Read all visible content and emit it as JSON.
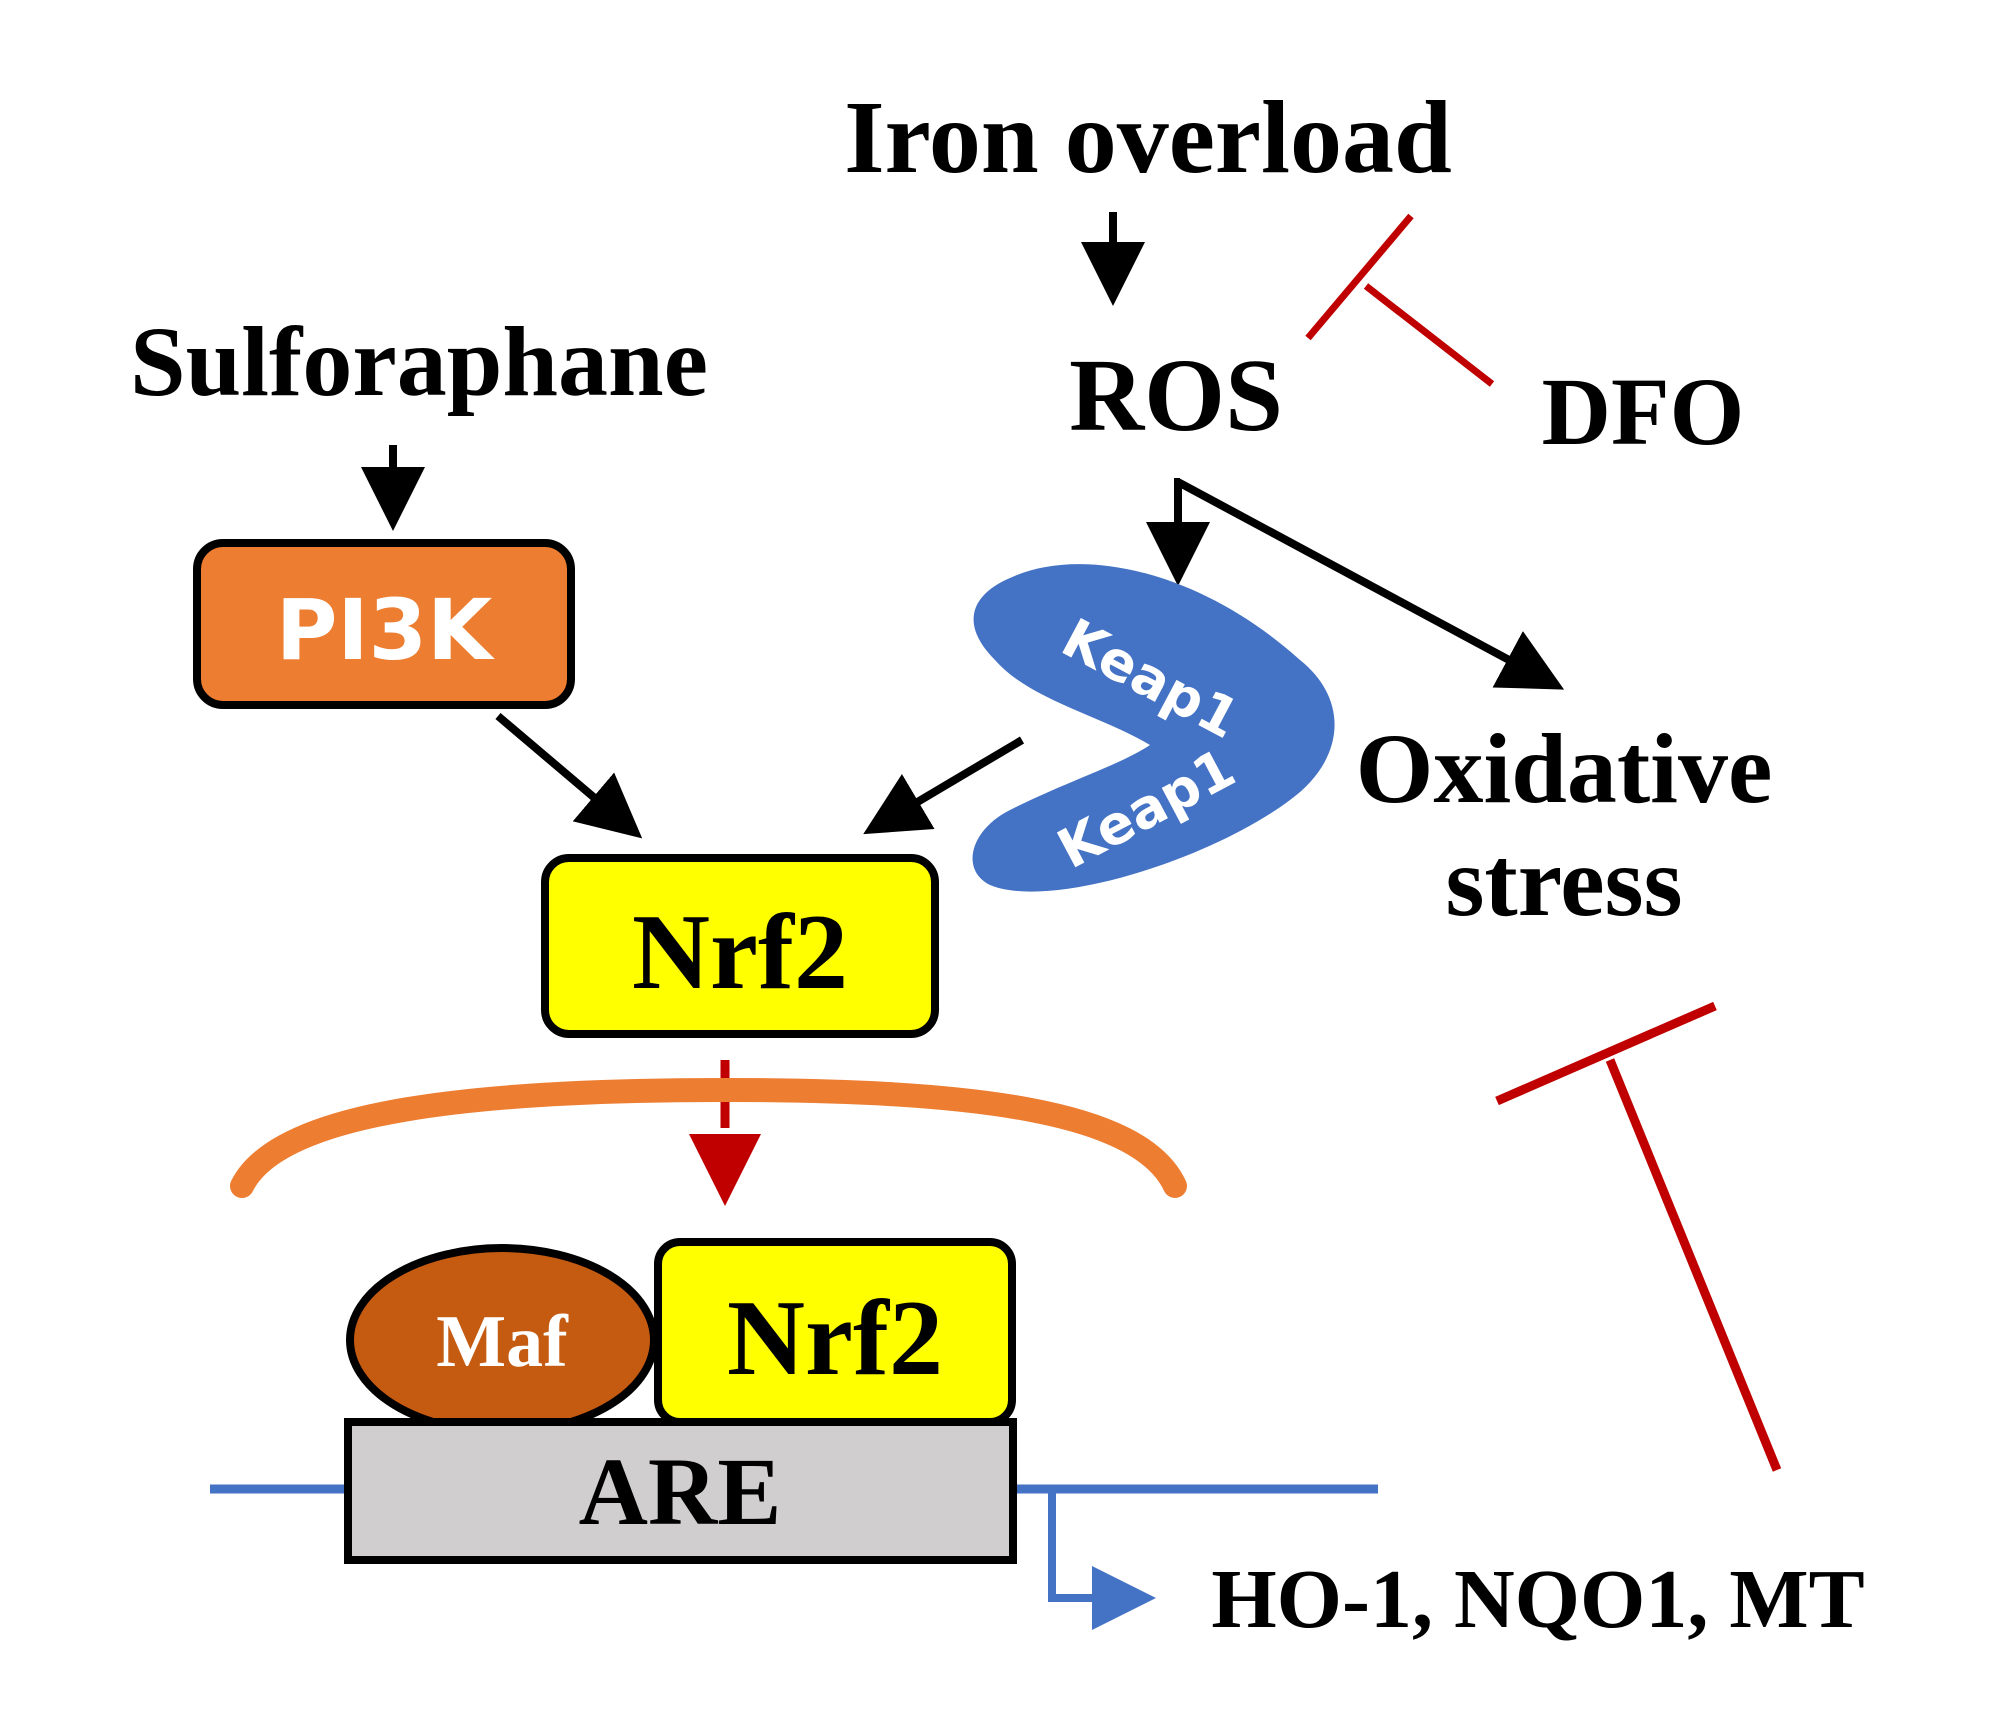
{
  "labels": {
    "iron_overload": "Iron overload",
    "ros": "ROS",
    "dfo": "DFO",
    "sulforaphane": "Sulforaphane",
    "pi3k": "PI3K",
    "keap1_top": "Keap1",
    "keap1_bottom": "Keap1",
    "oxidative": "Oxidative",
    "stress": "stress",
    "nrf2_cyto": "Nrf2",
    "maf": "Maf",
    "nrf2_nuclear": "Nrf2",
    "are": "ARE",
    "target_genes": "HO-1, NQO1, MT"
  },
  "colors": {
    "pi3k_fill": "#ED7D31",
    "nrf2_fill": "#FFFF00",
    "maf_fill": "#C55A11",
    "keap1_fill": "#4472C4",
    "are_fill": "#D0CECE",
    "nuclear_membrane": "#ED7D31",
    "dna_line": "#4472C4",
    "inhibition": "#C00000",
    "arrow": "#000000"
  }
}
